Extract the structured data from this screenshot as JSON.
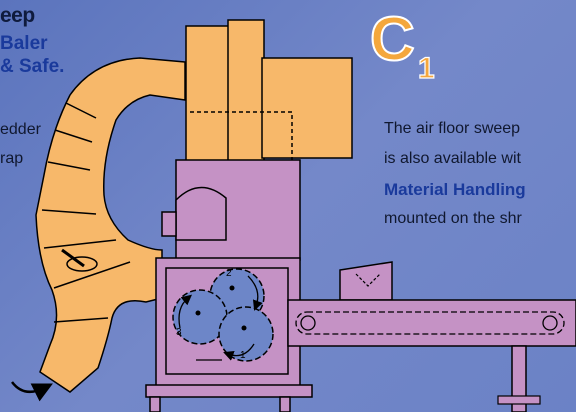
{
  "left_panel": {
    "title": "eep",
    "subtitle_line1": "Baler",
    "subtitle_line2": "& Safe.",
    "body_line1": "edder",
    "body_line2": "rap"
  },
  "badge": {
    "letter": "C",
    "subscript": "1"
  },
  "right_panel": {
    "line1": "The air floor sweep",
    "line2": "is also available wit",
    "line3": "Material Handling",
    "line4": "mounted on the shr"
  },
  "rotor_labels": [
    "1",
    "2",
    "3"
  ],
  "colors": {
    "background": "#6a80c5",
    "duct": "#f7b86a",
    "machine": "#c592c5",
    "rotor": "#6d86c8",
    "badge": "#f4a73d"
  }
}
